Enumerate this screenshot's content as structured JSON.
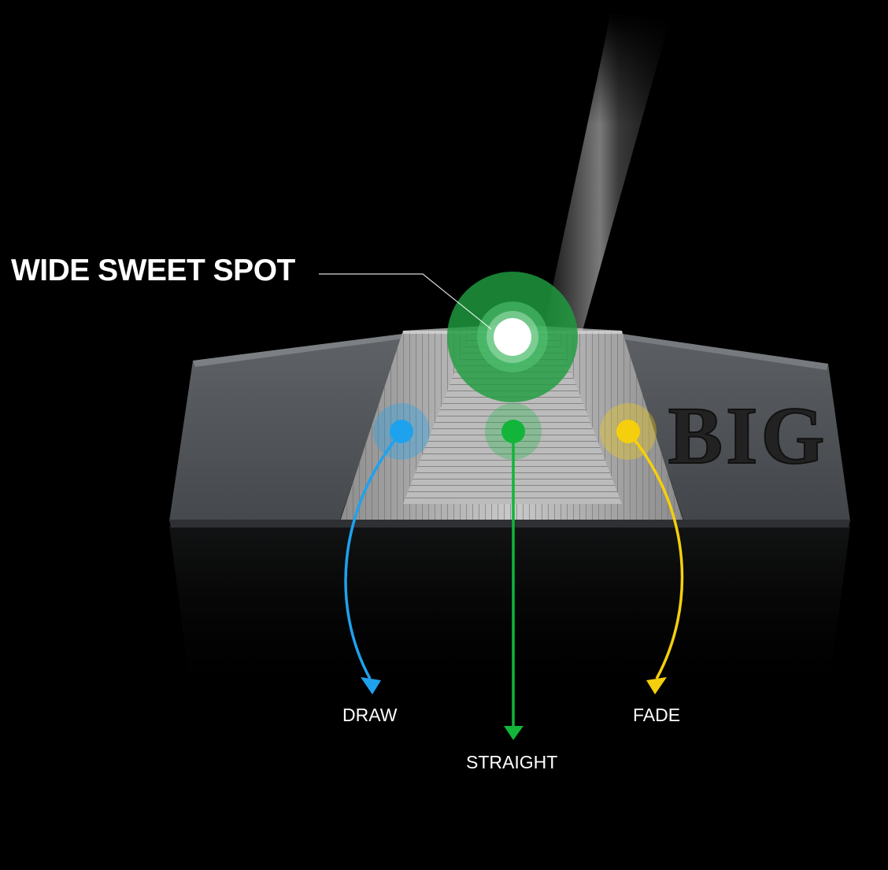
{
  "headline": "WIDE SWEET SPOT",
  "brand_mark": "BIG",
  "paths": {
    "draw": "DRAW",
    "straight": "STRAIGHT",
    "fade": "FADE"
  },
  "colors": {
    "background": "#000000",
    "sweet_spot": "#22b14c",
    "draw": "#1fa2ee",
    "straight": "#12b53a",
    "fade": "#f5cf0e",
    "label": "#ffffff"
  }
}
